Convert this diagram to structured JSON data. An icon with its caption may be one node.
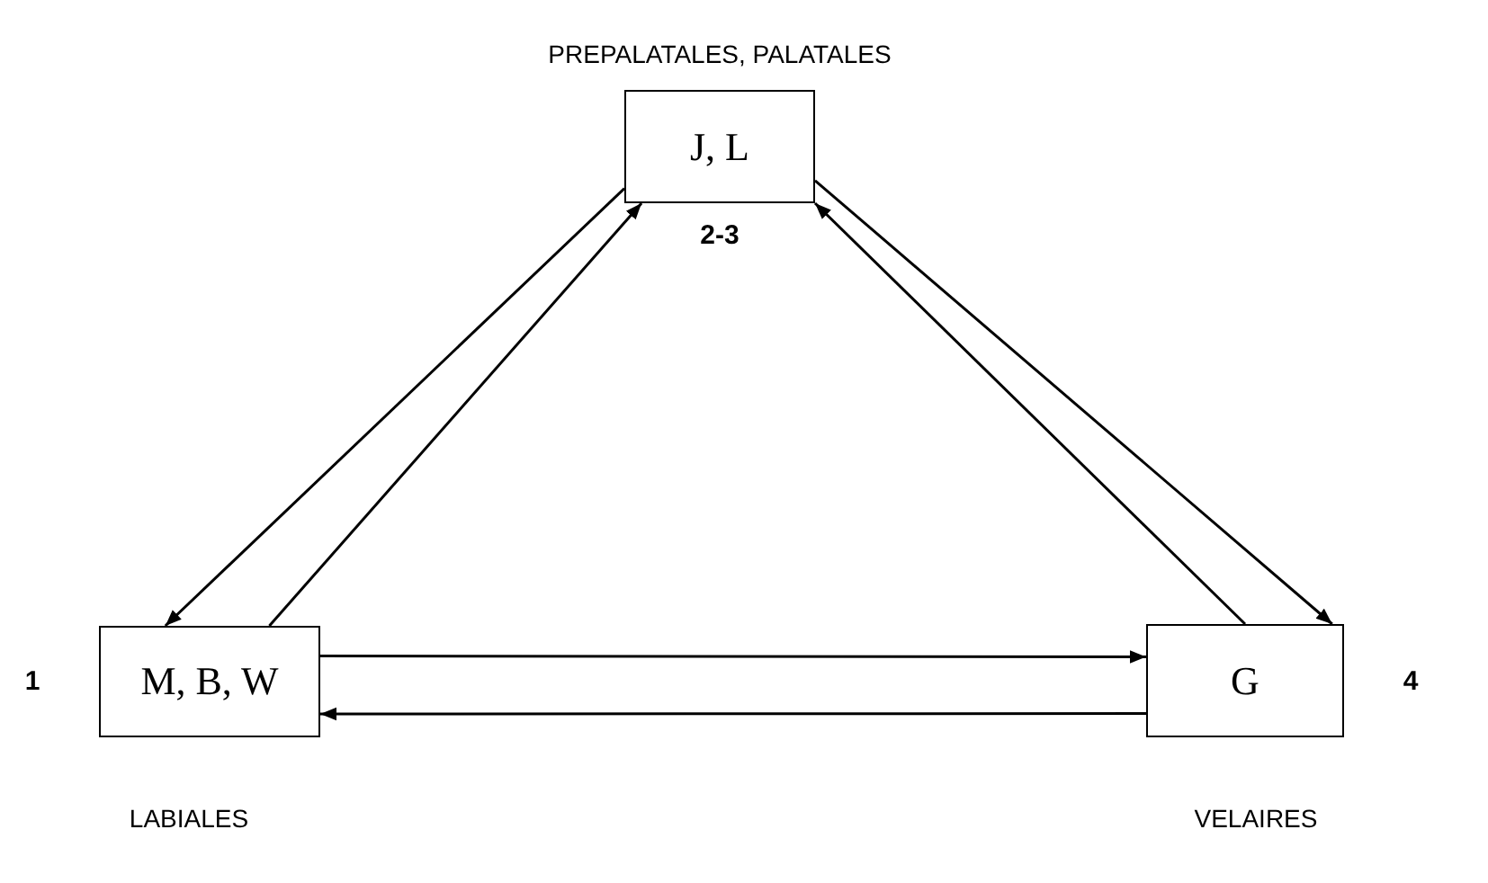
{
  "diagram": {
    "nodes": [
      {
        "text": [
          "J, L"
        ],
        "beside": [
          "PREPALATALES, PALATALES",
          "2-3"
        ]
      },
      {
        "text": [
          "M, B, W"
        ],
        "beside": [
          "1",
          "LABIALES"
        ]
      },
      {
        "text": [
          "G"
        ],
        "beside": [
          "VELAIRES",
          "4"
        ]
      }
    ],
    "edges": [
      {
        "from": 0,
        "to": 1,
        "arrow": "to"
      },
      {
        "from": 1,
        "to": 0,
        "arrow": "to"
      },
      {
        "from": 0,
        "to": 2,
        "arrow": "to"
      },
      {
        "from": 2,
        "to": 0,
        "arrow": "to"
      },
      {
        "from": 1,
        "to": 2,
        "arrow": "to"
      },
      {
        "from": 2,
        "to": 1,
        "arrow": "to"
      }
    ]
  }
}
